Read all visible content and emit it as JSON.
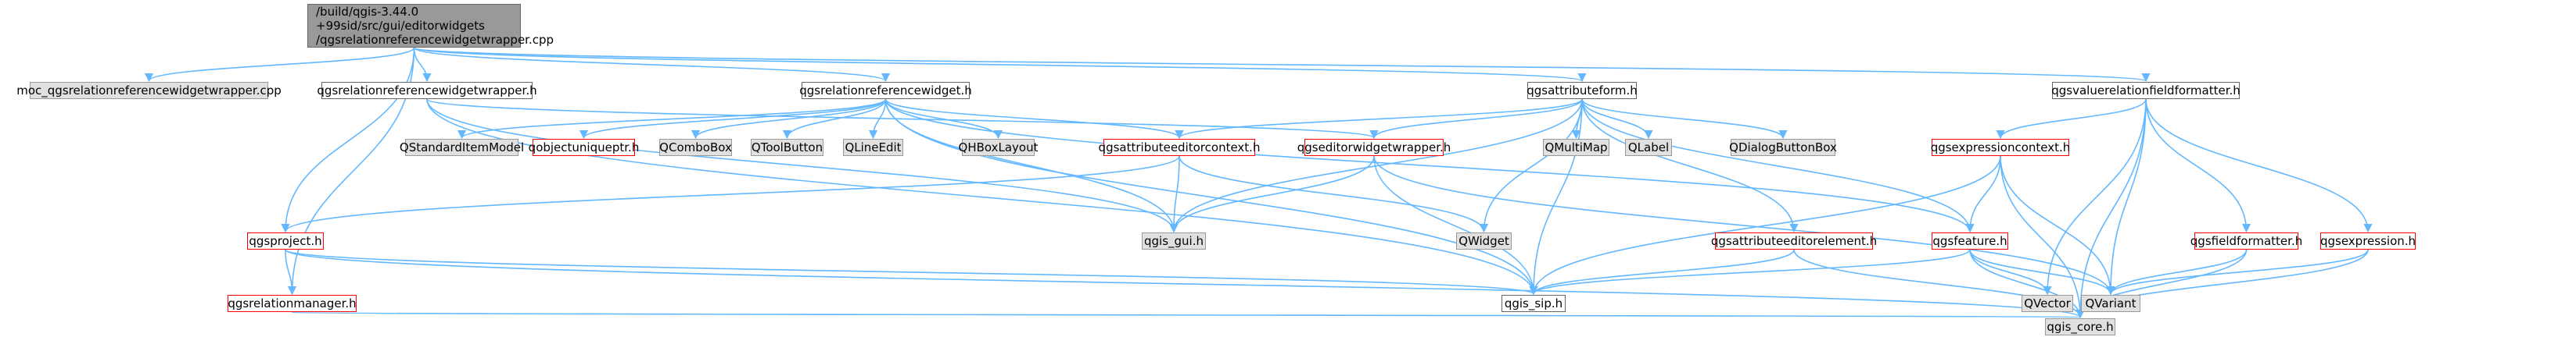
{
  "diagram": {
    "edge_color": "#63b8ff",
    "nodes": [
      {
        "id": "root",
        "kind": "root",
        "lines": [
          "/build/qgis-3.44.0",
          "+99sid/src/gui/editorwidgets",
          "/qgsrelationreferencewidgetwrapper.cpp"
        ]
      },
      {
        "id": "moc",
        "kind": "gray",
        "label": "moc_qgsrelationreferencewidgetwrapper.cpp"
      },
      {
        "id": "rrww",
        "kind": "white",
        "label": "qgsrelationreferencewidgetwrapper.h"
      },
      {
        "id": "project",
        "kind": "red",
        "label": "qgsproject.h"
      },
      {
        "id": "relmgr",
        "kind": "red",
        "label": "qgsrelationmanager.h"
      },
      {
        "id": "rrw",
        "kind": "white",
        "label": "qgsrelationreferencewidget.h"
      },
      {
        "id": "attrform",
        "kind": "white",
        "label": "qgsattributeform.h"
      },
      {
        "id": "vrff",
        "kind": "white",
        "label": "qgsvaluerelationfieldformatter.h"
      },
      {
        "id": "qsim",
        "kind": "gray",
        "label": "QStandardItemModel"
      },
      {
        "id": "qobjptr",
        "kind": "red",
        "label": "qobjectuniqueptr.h"
      },
      {
        "id": "qcombo",
        "kind": "gray",
        "label": "QComboBox"
      },
      {
        "id": "qtool",
        "kind": "gray",
        "label": "QToolButton"
      },
      {
        "id": "qline",
        "kind": "gray",
        "label": "QLineEdit"
      },
      {
        "id": "qhbox",
        "kind": "gray",
        "label": "QHBoxLayout"
      },
      {
        "id": "aectx",
        "kind": "red",
        "label": "qgsattributeeditorcontext.h"
      },
      {
        "id": "ewrap",
        "kind": "red",
        "label": "qgseditorwidgetwrapper.h"
      },
      {
        "id": "qmulti",
        "kind": "gray",
        "label": "QMultiMap"
      },
      {
        "id": "qlabel",
        "kind": "gray",
        "label": "QLabel"
      },
      {
        "id": "qdbb",
        "kind": "gray",
        "label": "QDialogButtonBox"
      },
      {
        "id": "exprctx",
        "kind": "red",
        "label": "qgsexpressioncontext.h"
      },
      {
        "id": "qwidget",
        "kind": "gray",
        "label": "QWidget"
      },
      {
        "id": "qgisgui",
        "kind": "gray",
        "label": "qgis_gui.h"
      },
      {
        "id": "aeelem",
        "kind": "red",
        "label": "qgsattributeeditorelement.h"
      },
      {
        "id": "feature",
        "kind": "red",
        "label": "qgsfeature.h"
      },
      {
        "id": "fieldfmt",
        "kind": "red",
        "label": "qgsfieldformatter.h"
      },
      {
        "id": "expr",
        "kind": "red",
        "label": "qgsexpression.h"
      },
      {
        "id": "qvector",
        "kind": "gray",
        "label": "QVector"
      },
      {
        "id": "qvariant",
        "kind": "gray",
        "label": "QVariant"
      },
      {
        "id": "qgissip",
        "kind": "white",
        "label": "qgis_sip.h"
      },
      {
        "id": "qgiscore",
        "kind": "gray",
        "label": "qgis_core.h"
      }
    ],
    "edges": [
      [
        "root",
        "moc"
      ],
      [
        "root",
        "rrww"
      ],
      [
        "root",
        "project"
      ],
      [
        "root",
        "relmgr"
      ],
      [
        "root",
        "rrw"
      ],
      [
        "root",
        "attrform"
      ],
      [
        "root",
        "vrff"
      ],
      [
        "rrww",
        "ewrap"
      ],
      [
        "rrww",
        "qgisgui"
      ],
      [
        "rrww",
        "qgissip"
      ],
      [
        "project",
        "relmgr"
      ],
      [
        "project",
        "qgissip"
      ],
      [
        "project",
        "qgiscore"
      ],
      [
        "relmgr",
        "qgiscore"
      ],
      [
        "rrw",
        "qsim"
      ],
      [
        "rrw",
        "qobjptr"
      ],
      [
        "rrw",
        "qcombo"
      ],
      [
        "rrw",
        "qtool"
      ],
      [
        "rrw",
        "qline"
      ],
      [
        "rrw",
        "qhbox"
      ],
      [
        "rrw",
        "aectx"
      ],
      [
        "rrw",
        "qgisgui"
      ],
      [
        "rrw",
        "qgissip"
      ],
      [
        "rrw",
        "feature"
      ],
      [
        "attrform",
        "aectx"
      ],
      [
        "attrform",
        "ewrap"
      ],
      [
        "attrform",
        "qmulti"
      ],
      [
        "attrform",
        "qlabel"
      ],
      [
        "attrform",
        "qdbb"
      ],
      [
        "attrform",
        "qwidget"
      ],
      [
        "attrform",
        "qgisgui"
      ],
      [
        "attrform",
        "aeelem"
      ],
      [
        "attrform",
        "feature"
      ],
      [
        "attrform",
        "qgissip"
      ],
      [
        "vrff",
        "exprctx"
      ],
      [
        "vrff",
        "fieldfmt"
      ],
      [
        "vrff",
        "expr"
      ],
      [
        "vrff",
        "qvector"
      ],
      [
        "vrff",
        "qvariant"
      ],
      [
        "vrff",
        "qgiscore"
      ],
      [
        "aectx",
        "project"
      ],
      [
        "aectx",
        "qgisgui"
      ],
      [
        "aectx",
        "qwidget"
      ],
      [
        "ewrap",
        "qgisgui"
      ],
      [
        "ewrap",
        "qgissip"
      ],
      [
        "ewrap",
        "qvariant"
      ],
      [
        "exprctx",
        "feature"
      ],
      [
        "exprctx",
        "qgissip"
      ],
      [
        "exprctx",
        "qvariant"
      ],
      [
        "exprctx",
        "qgiscore"
      ],
      [
        "aeelem",
        "qgissip"
      ],
      [
        "aeelem",
        "qgiscore"
      ],
      [
        "feature",
        "qvector"
      ],
      [
        "feature",
        "qvariant"
      ],
      [
        "feature",
        "qgissip"
      ],
      [
        "feature",
        "qgiscore"
      ],
      [
        "fieldfmt",
        "qvariant"
      ],
      [
        "fieldfmt",
        "qgiscore"
      ],
      [
        "expr",
        "qvariant"
      ],
      [
        "expr",
        "qgiscore"
      ]
    ]
  }
}
